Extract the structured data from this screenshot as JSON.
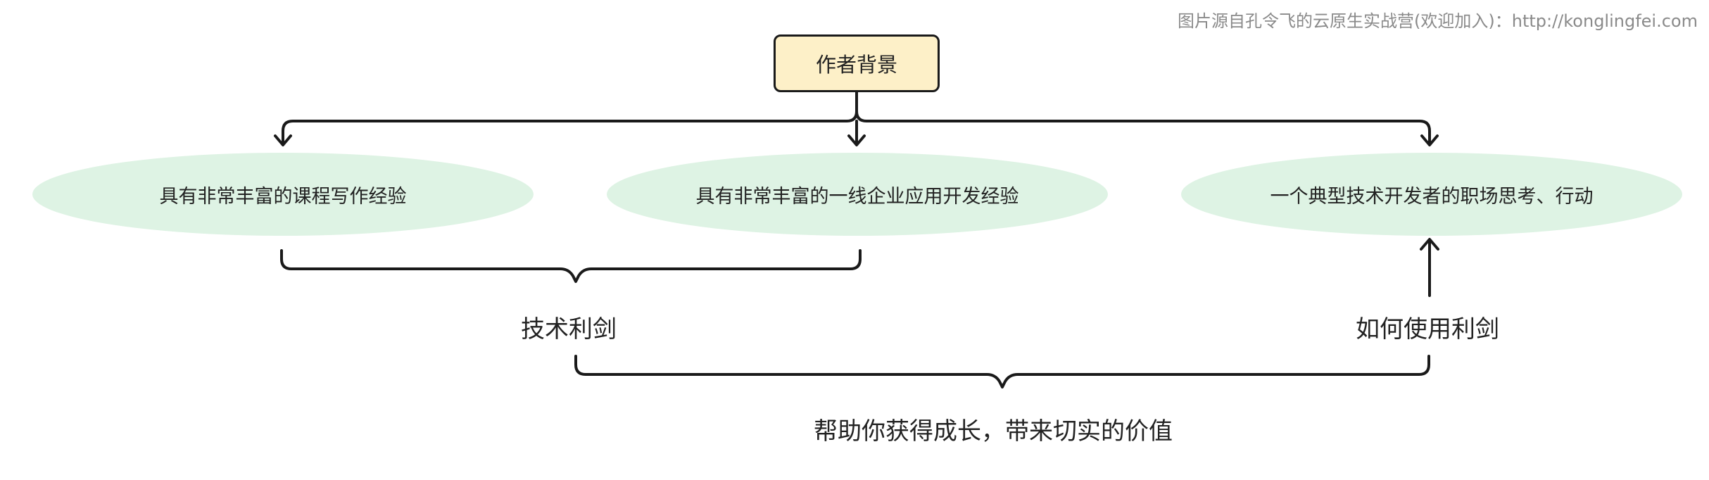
{
  "watermark": "图片源自孔令飞的云原生实战营(欢迎加入)：http://konglingfei.com",
  "root": {
    "label": "作者背景"
  },
  "children": [
    {
      "label": "具有非常丰富的课程写作经验"
    },
    {
      "label": "具有非常丰富的一线企业应用开发经验"
    },
    {
      "label": "一个典型技术开发者的职场思考、行动"
    }
  ],
  "brace_labels": {
    "first": "技术利剑",
    "usage": "如何使用利剑",
    "result": "帮助你获得成长，带来切实的价值"
  },
  "colors": {
    "root_fill": "#fdf0c8",
    "child_fill": "#def3e4",
    "line": "#1a1a1a"
  }
}
